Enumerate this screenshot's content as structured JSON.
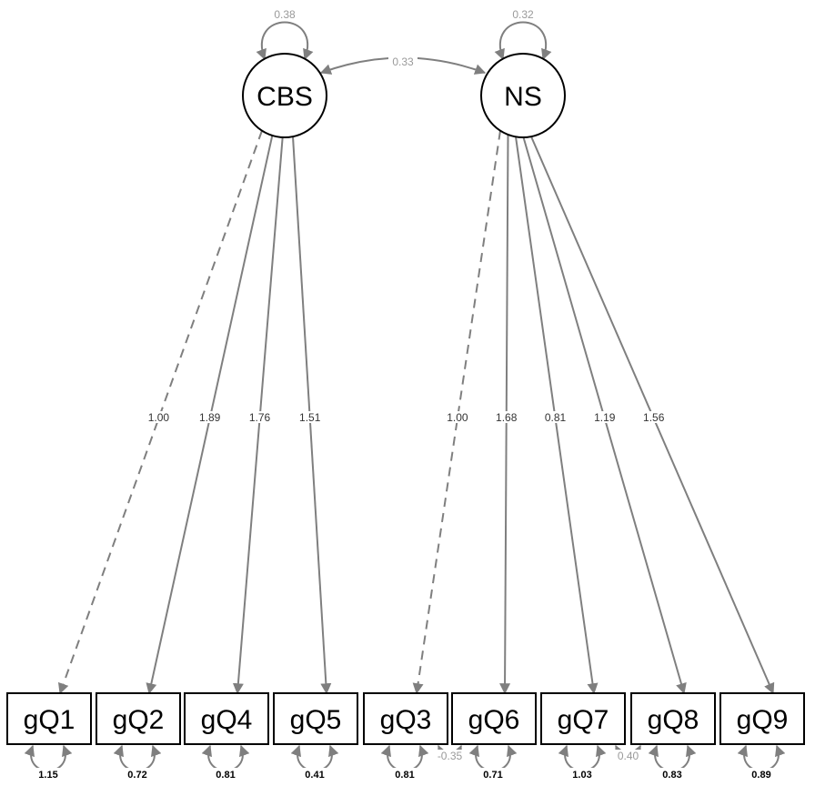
{
  "colors": {
    "path": "#7f7f7f",
    "node_stroke": "#000000",
    "faint_label": "#9a9a9a",
    "background": "#ffffff"
  },
  "latents": [
    {
      "name": "CBS",
      "variance": "0.38"
    },
    {
      "name": "NS",
      "variance": "0.32"
    }
  ],
  "latent_covariance": "0.33",
  "observed": [
    {
      "name": "gQ1",
      "residual": "1.15"
    },
    {
      "name": "gQ2",
      "residual": "0.72"
    },
    {
      "name": "gQ4",
      "residual": "0.81"
    },
    {
      "name": "gQ5",
      "residual": "0.41"
    },
    {
      "name": "gQ3",
      "residual": "0.81"
    },
    {
      "name": "gQ6",
      "residual": "0.71"
    },
    {
      "name": "gQ7",
      "residual": "1.03"
    },
    {
      "name": "gQ8",
      "residual": "0.83"
    },
    {
      "name": "gQ9",
      "residual": "0.89"
    }
  ],
  "loadings": [
    {
      "from": "CBS",
      "to": "gQ1",
      "value": "1.00",
      "fixed": true
    },
    {
      "from": "CBS",
      "to": "gQ2",
      "value": "1.89",
      "fixed": false
    },
    {
      "from": "CBS",
      "to": "gQ4",
      "value": "1.76",
      "fixed": false
    },
    {
      "from": "CBS",
      "to": "gQ5",
      "value": "1.51",
      "fixed": false
    },
    {
      "from": "NS",
      "to": "gQ3",
      "value": "1.00",
      "fixed": true
    },
    {
      "from": "NS",
      "to": "gQ6",
      "value": "1.68",
      "fixed": false
    },
    {
      "from": "NS",
      "to": "gQ7",
      "value": "0.81",
      "fixed": false
    },
    {
      "from": "NS",
      "to": "gQ8",
      "value": "1.19",
      "fixed": false
    },
    {
      "from": "NS",
      "to": "gQ9",
      "value": "1.56",
      "fixed": false
    }
  ],
  "residual_covariances": [
    {
      "between": [
        "gQ3",
        "gQ6"
      ],
      "value": "-0.35"
    },
    {
      "between": [
        "gQ7",
        "gQ8"
      ],
      "value": "0.40"
    }
  ]
}
